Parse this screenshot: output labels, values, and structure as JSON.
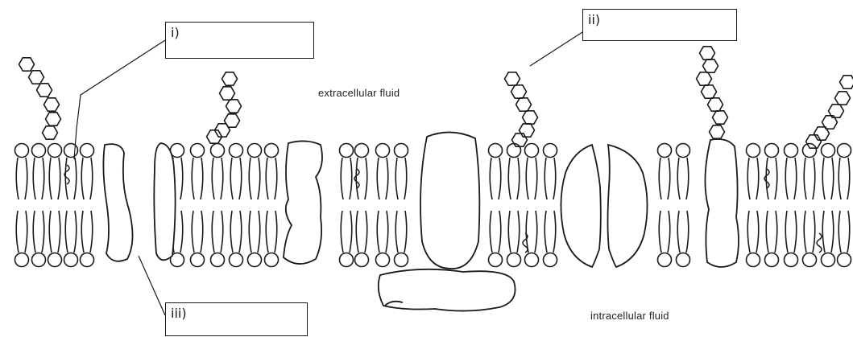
{
  "labels": {
    "i": "i)",
    "ii": "ii)",
    "iii": "iii)"
  },
  "regions": {
    "extracellular": "extracellular  fluid",
    "intracellular": "intracellular  fluid"
  },
  "colors": {
    "ink": "#1a1a1a",
    "background": "#ffffff"
  }
}
